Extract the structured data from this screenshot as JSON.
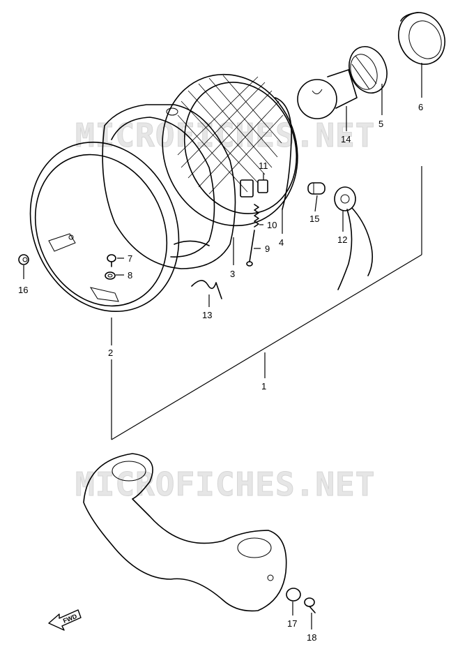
{
  "watermark": "MICROFICHES.NET",
  "fwd_label": "FWD",
  "part_numbers": {
    "p1": "1",
    "p2": "2",
    "p3": "3",
    "p4": "4",
    "p5": "5",
    "p6": "6",
    "p7": "7",
    "p8": "8",
    "p9": "9",
    "p10": "10",
    "p11": "11",
    "p12": "12",
    "p13": "13",
    "p14": "14",
    "p15": "15",
    "p16": "16",
    "p17": "17",
    "p18": "18"
  }
}
